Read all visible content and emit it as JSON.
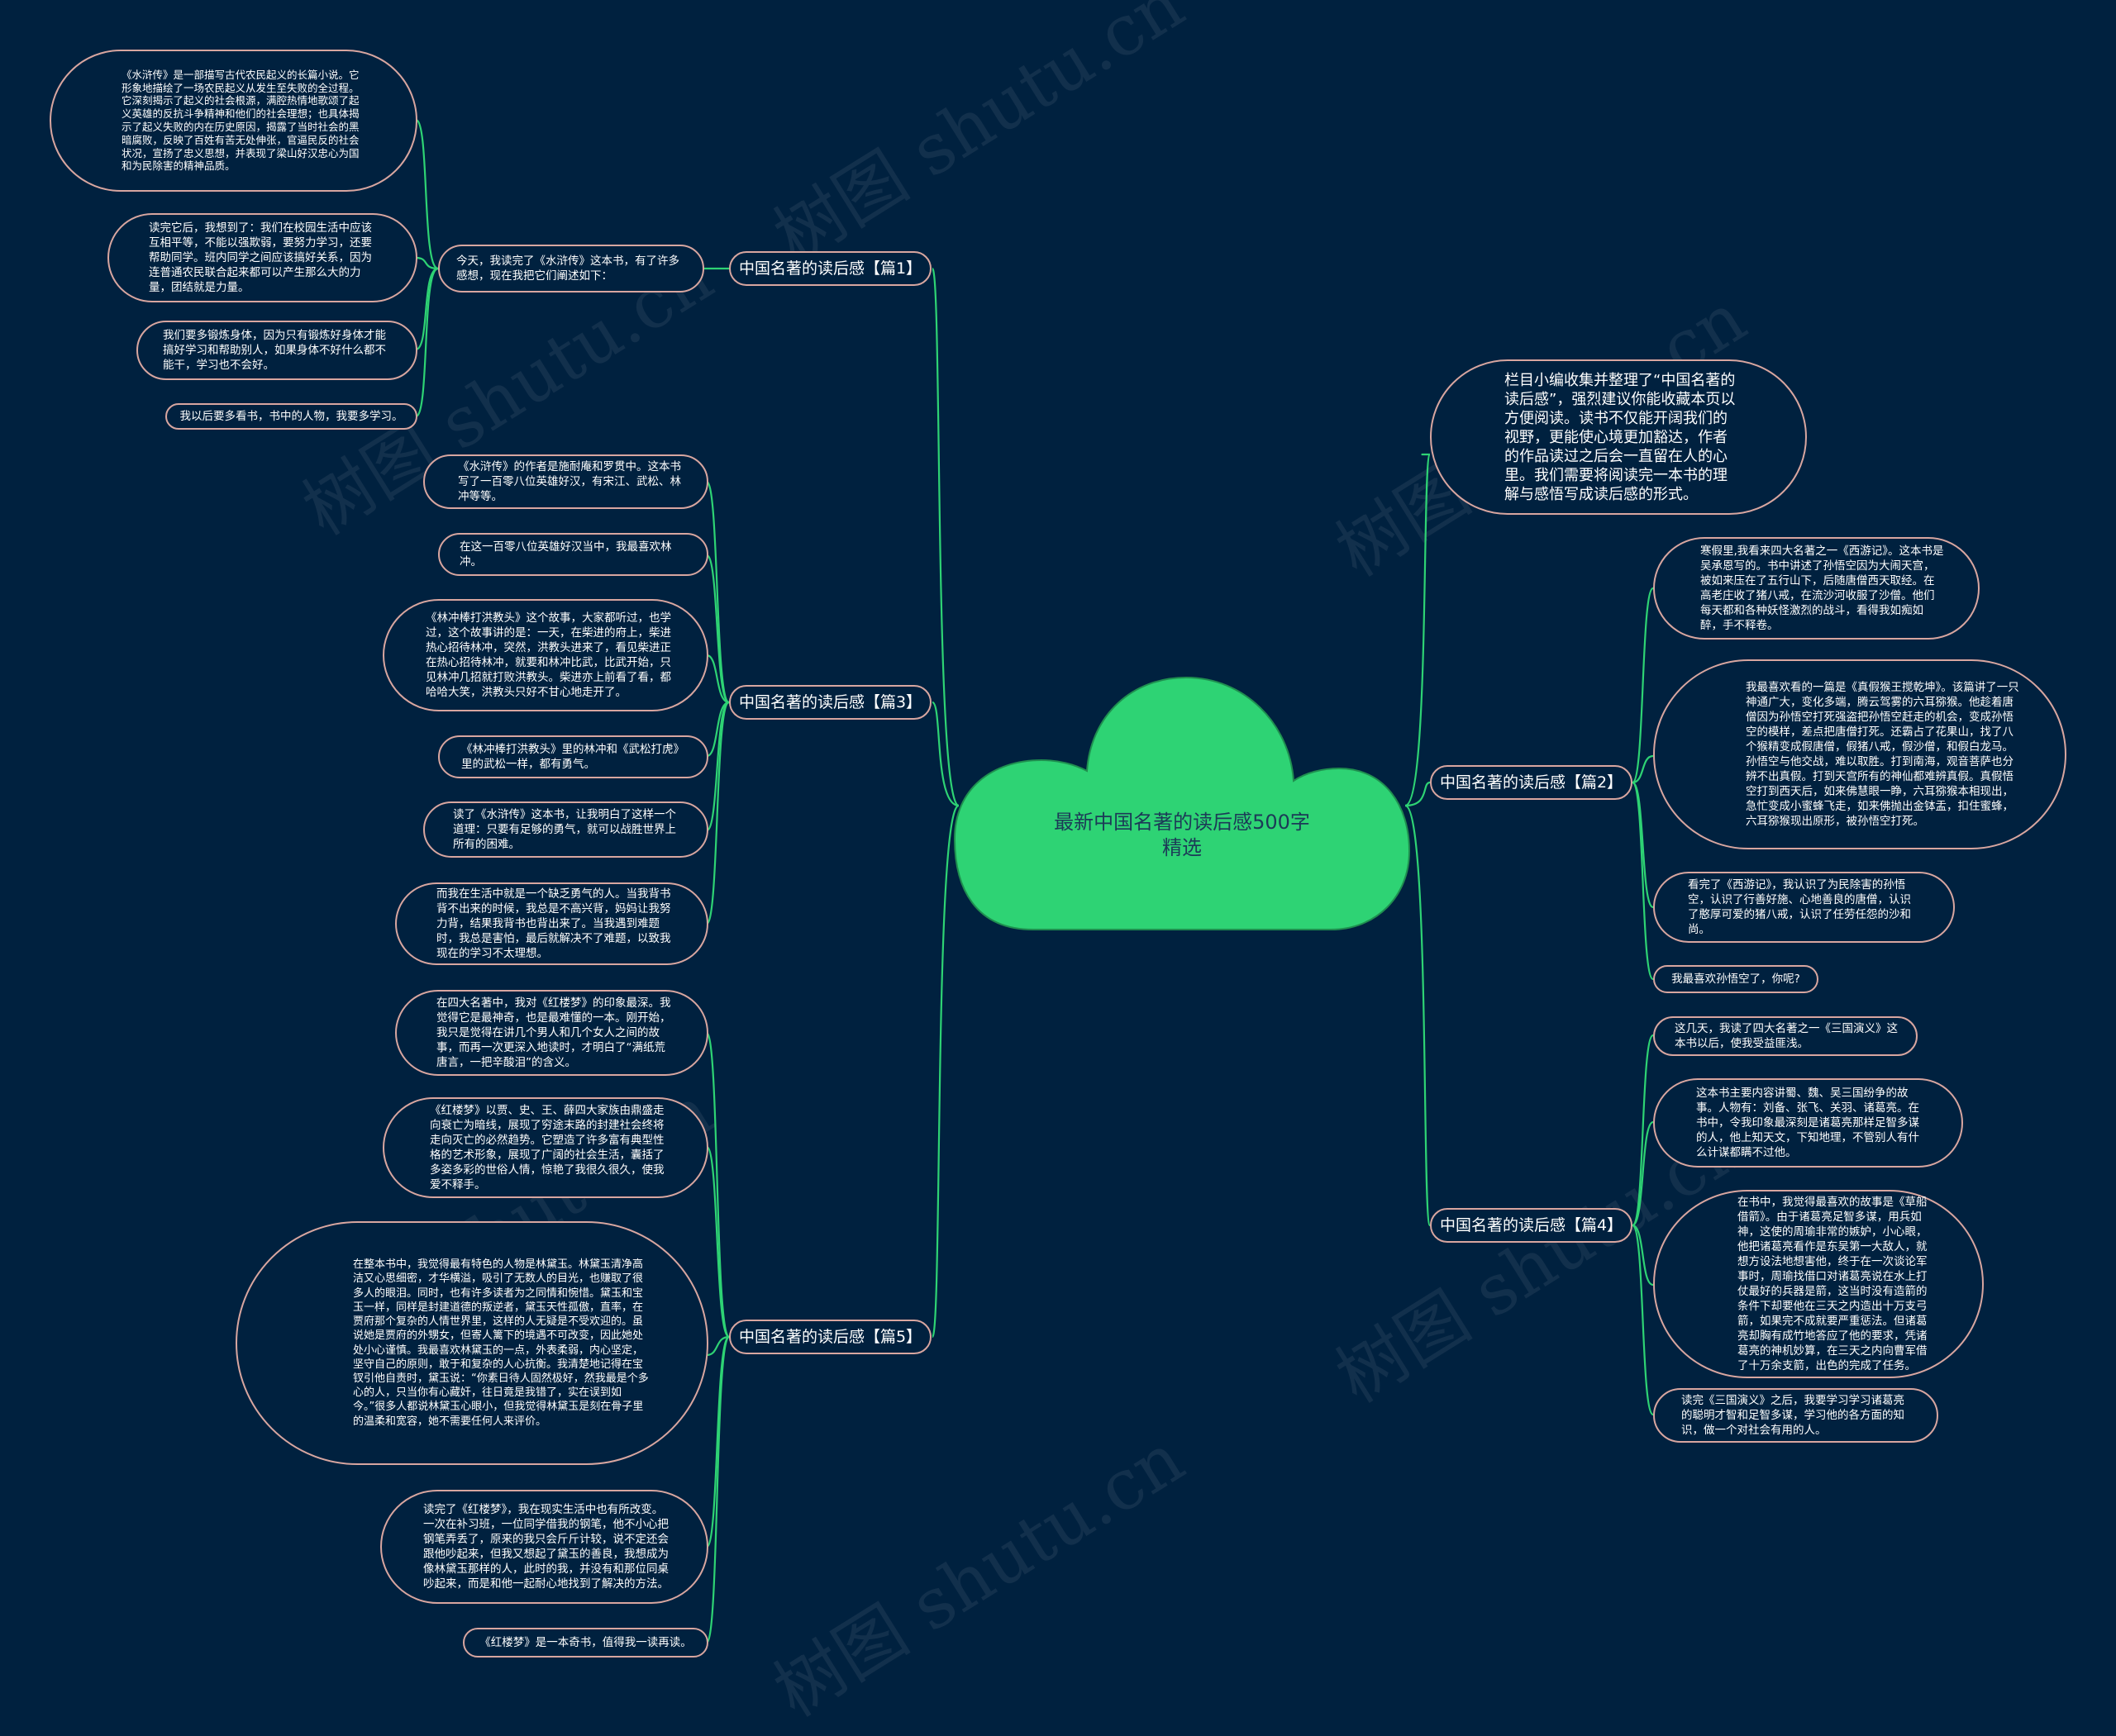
{
  "central_title": "最新中国名著的读后感500字精选",
  "colors": {
    "background": "#00213f",
    "cloud": "#2ed374",
    "connector": "#2ed374",
    "border": "#d8a6a0",
    "central_text": "#1c3a57"
  },
  "intro": "栏目小编收集并整理了“中国名著的读后感”，强烈建议你能收藏本页以方便阅读。读书不仅能开阔我们的视野，更能使心境更加豁达，作者的作品读过之后会一直留在人的心里。我们需要将阅读完一本书的理解与感悟写成读后感的形式。",
  "branches": [
    {
      "label": "中国名著的读后感【篇1】",
      "items": [
        "今天，我读完了《水浒传》这本书，有了许多感想，现在我把它们阐述如下："
      ],
      "subitems": [
        "《水浒传》是一部描写古代农民起义的长篇小说。它形象地描绘了一场农民起义从发生至失败的全过程。它深刻揭示了起义的社会根源，满腔热情地歌颂了起义英雄的反抗斗争精神和他们的社会理想；也具体揭示了起义失败的内在历史原因，揭露了当时社会的黑暗腐败，反映了百姓有苦无处伸张，官逼民反的社会状况，宣扬了忠义思想，并表现了梁山好汉忠心为国和为民除害的精神品质。",
        "读完它后，我想到了：我们在校园生活中应该互相平等，不能以强欺弱，要努力学习，还要帮助同学。班内同学之间应该搞好关系，因为连普通农民联合起来都可以产生那么大的力量，团结就是力量。",
        "我们要多锻炼身体，因为只有锻炼好身体才能搞好学习和帮助别人，如果身体不好什么都不能干，学习也不会好。",
        "我以后要多看书，书中的人物，我要多学习。"
      ]
    },
    {
      "label": "中国名著的读后感【篇3】",
      "items": [
        "《水浒传》的作者是施耐庵和罗贯中。这本书写了一百零八位英雄好汉，有宋江、武松、林冲等等。",
        "在这一百零八位英雄好汉当中，我最喜欢林冲。",
        "《林冲棒打洪教头》这个故事，大家都听过，也学过，这个故事讲的是：一天，在柴进的府上，柴进热心招待林冲，突然，洪教头进来了，看见柴进正在热心招待林冲，就要和林冲比武，比武开始，只见林冲几招就打败洪教头。柴进亦上前看了看，都哈哈大笑，洪教头只好不甘心地走开了。",
        "《林冲棒打洪教头》里的林冲和《武松打虎》里的武松一样，都有勇气。",
        "读了《水浒传》这本书，让我明白了这样一个道理：只要有足够的勇气，就可以战胜世界上所有的困难。",
        "而我在生活中就是一个缺乏勇气的人。当我背书背不出来的时候，我总是不高兴背，妈妈让我努力背，结果我背书也背出来了。当我遇到难题时，我总是害怕，最后就解决不了难题，以致我现在的学习不太理想。"
      ]
    },
    {
      "label": "中国名著的读后感【篇5】",
      "items": [
        "在四大名著中，我对《红楼梦》的印象最深。我觉得它是最神奇，也是最难懂的一本。刚开始，我只是觉得在讲几个男人和几个女人之间的故事，而再一次更深入地读时，才明白了“满纸荒唐言，一把辛酸泪”的含义。",
        "《红楼梦》以贾、史、王、薛四大家族由鼎盛走向衰亡为暗线，展现了穷途末路的封建社会终将走向灭亡的必然趋势。它塑造了许多富有典型性格的艺术形象，展现了广阔的社会生活，囊括了多姿多彩的世俗人情，惊艳了我很久很久，使我爱不释手。",
        "在整本书中，我觉得最有特色的人物是林黛玉。林黛玉清净高洁又心思细密，才华横溢，吸引了无数人的目光，也赚取了很多人的眼泪。同时，也有许多读者为之同情和惋惜。黛玉和宝玉一样，同样是封建道德的叛逆者，黛玉天性孤傲，直率，在贾府那个复杂的人情世界里，这样的人无疑是不受欢迎的。虽说她是贾府的外甥女，但寄人篱下的境遇不可改变，因此她处处小心谨慎。我最喜欢林黛玉的一点，外表柔弱，内心坚定，坚守自己的原则，敢于和复杂的人心抗衡。我清楚地记得在宝钗引他自责时，黛玉说：“你素日待人固然极好，然我最是个多心的人，只当你有心藏奸，往日竟是我错了，实在误到如今。”很多人都说林黛玉心眼小，但我觉得林黛玉是刻在骨子里的温柔和宽容，她不需要任何人来评价。",
        "读完了《红楼梦》，我在现实生活中也有所改变。一次在补习班，一位同学借我的钢笔，他不小心把钢笔弄丢了，原来的我只会斤斤计较，说不定还会跟他吵起来，但我又想起了黛玉的善良，我想成为像林黛玉那样的人，此时的我，并没有和那位同桌吵起来，而是和他一起耐心地找到了解决的方法。",
        "《红楼梦》是一本奇书，值得我一读再读。"
      ]
    },
    {
      "label": "中国名著的读后感【篇2】",
      "items": [
        "寒假里,我看来四大名著之一《西游记》。这本书是吴承恩写的。书中讲述了孙悟空因为大闹天宫，被如来压在了五行山下，后随唐僧西天取经。在高老庄收了猪八戒，在流沙河收服了沙僧。他们每天都和各种妖怪激烈的战斗，看得我如痴如醉，手不释卷。",
        "我最喜欢看的一篇是《真假猴王搅乾坤》。该篇讲了一只神通广大，变化多端，腾云驾雾的六耳猕猴。他趁着唐僧因为孙悟空打死强盗把孙悟空赶走的机会，变成孙悟空的模样，差点把唐僧打死。还霸占了花果山，找了八个猴精变成假唐僧，假猪八戒，假沙僧，和假白龙马。孙悟空与他交战，难以取胜。打到南海，观音菩萨也分辨不出真假。打到天宫所有的神仙都难辨真假。真假悟空打到西天后，如来佛慧眼一睁，六耳猕猴本相现出，急忙变成小蜜蜂飞走，如来佛抛出金钵盂，扣住蜜蜂，六耳猕猴现出原形，被孙悟空打死。",
        "看完了《西游记》，我认识了为民除害的孙悟空，认识了行善好施、心地善良的唐僧，认识了憨厚可爱的猪八戒，认识了任劳任怨的沙和尚。",
        "我最喜欢孙悟空了，你呢?"
      ]
    },
    {
      "label": "中国名著的读后感【篇4】",
      "items": [
        "这几天，我读了四大名著之一《三国演义》这本书以后，使我受益匪浅。",
        "这本书主要内容讲蜀、魏、吴三国纷争的故事。人物有：刘备、张飞、关羽、诸葛亮。在书中，令我印象最深刻是诸葛亮那样足智多谋的人，他上知天文，下知地理，不管别人有什么计谋都瞒不过他。",
        "在书中，我觉得最喜欢的故事是《草船借箭》。由于诸葛亮足智多谋，用兵如神，这使的周瑜非常的嫉妒，小心眼，他把诸葛亮看作是东吴第一大敌人，就想方设法地想害他，终于在一次谈论军事时，周瑜找借口对诸葛亮说在水上打仗最好的兵器是箭，这当时没有造箭的条件下却要他在三天之内造出十万支弓箭，如果完不成就要严重惩法。但诸葛亮却胸有成竹地答应了他的要求，凭诸葛亮的神机妙算，在三天之内向曹军借了十万余支箭，出色的完成了任务。",
        "读完《三国演义》之后，我要学习学习诸葛亮的聪明才智和足智多谋，学习他的各方面的知识，做一个对社会有用的人。"
      ]
    }
  ],
  "watermarks": [
    "树图 shutu.cn",
    "树图 shutu.cn",
    "树图 shutu.cn",
    "树图 shutu.cn",
    "树图 shutu.cn",
    "树图 shutu.cn"
  ]
}
